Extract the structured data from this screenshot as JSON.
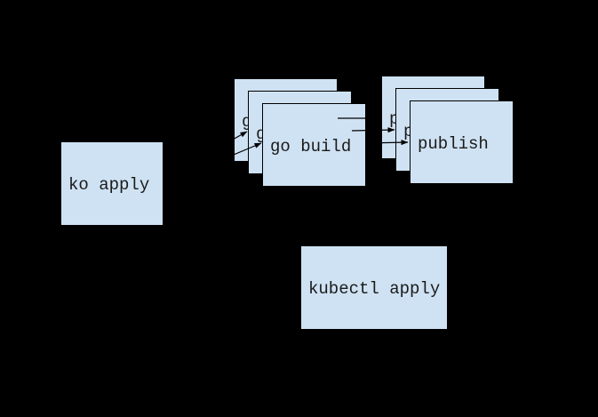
{
  "diagram": {
    "colors": {
      "background": "#000000",
      "node_fill": "#cfe2f3",
      "node_border": "#000000",
      "text": "#1a1a1a",
      "arrow": "#000000"
    },
    "nodes": {
      "ko_apply": {
        "label": "ko apply"
      },
      "go_build": {
        "label": "go build",
        "stack_count": 3
      },
      "publish": {
        "label": "publish",
        "stack_count": 3
      },
      "kubectl_apply": {
        "label": "kubectl apply"
      }
    },
    "edges": [
      {
        "from": "ko_apply",
        "to": "go_build_back"
      },
      {
        "from": "ko_apply",
        "to": "go_build_middle"
      },
      {
        "from": "ko_apply",
        "to": "go_build_front"
      },
      {
        "from": "go_build_back",
        "to": "publish_back"
      },
      {
        "from": "go_build_middle",
        "to": "publish_middle"
      },
      {
        "from": "go_build_front",
        "to": "publish_front"
      }
    ]
  }
}
